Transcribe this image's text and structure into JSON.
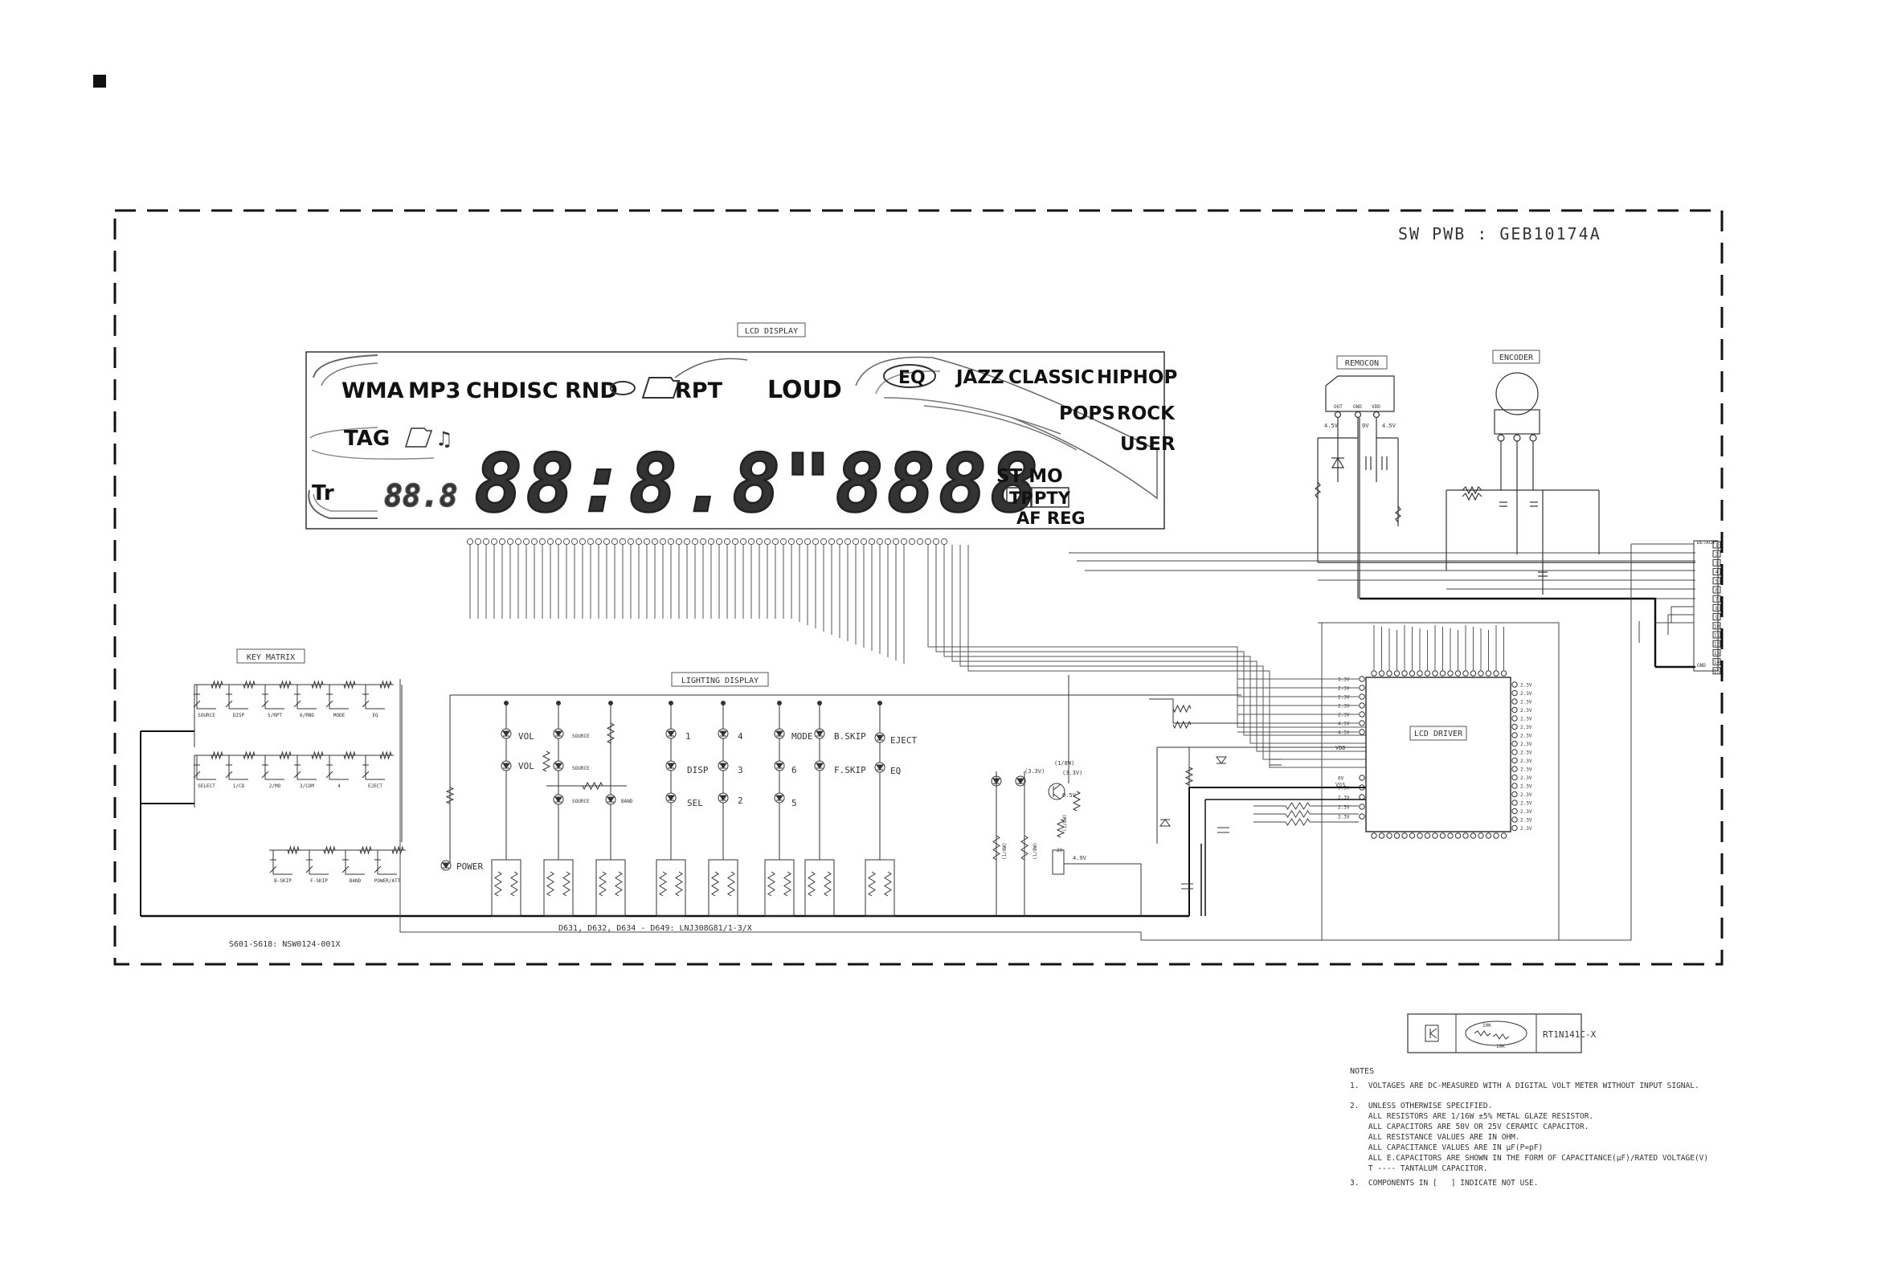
{
  "board_title": "SW PWB : GEB10174A",
  "labels": {
    "lcd_display": "LCD DISPLAY",
    "remocon": "REMOCON",
    "encoder": "ENCODER",
    "key_matrix": "KEY MATRIX",
    "lighting_display": "LIGHTING DISPLAY",
    "lcd_driver": "LCD DRIVER"
  },
  "lcd_segments": {
    "row1": [
      "WMA",
      "MP3",
      "CH",
      "DISC",
      "RND",
      "RPT"
    ],
    "loud": "LOUD",
    "eq": "EQ",
    "eq_modes": [
      "JAZZ",
      "CLASSIC",
      "HIPHOP",
      "POPS",
      "ROCK",
      "USER"
    ],
    "tag": "TAG",
    "tr": "Tr",
    "digits": "88:8.8\"8888",
    "small_digits": "88.8",
    "stereo": "ST MO",
    "tp": "TP",
    "pty": "PTY",
    "af_reg": "AF REG"
  },
  "remocon_pins": [
    "OUT",
    "GND",
    "VDD"
  ],
  "remocon_volts": [
    "4.5V",
    "0V",
    "4.5V"
  ],
  "connector": {
    "name": "DETACH",
    "pins": [
      "1",
      "2",
      "3",
      "4",
      "5",
      "6",
      "7",
      "8",
      "9",
      "10",
      "11",
      "12",
      "13",
      "14",
      "15"
    ],
    "gnd_label": "GND"
  },
  "key_matrix": {
    "row1": [
      "SOURCE",
      "DISP",
      "5/RPT",
      "6/RND",
      "MODE",
      "EQ"
    ],
    "row2": [
      "SELECT",
      "1/CD",
      "2/MO",
      "3/COM",
      "4",
      "EJECT"
    ],
    "row3": [
      "B-SKIP",
      "F-SKIP",
      "BAND",
      "POWER/ATT"
    ],
    "part_note": "S601-S618: NSW0124-001X"
  },
  "leds": {
    "col1": [
      "VOL",
      "VOL"
    ],
    "source_leds": [
      "SOURCE",
      "SOURCE",
      "SOURCE",
      "BAND"
    ],
    "power": "POWER",
    "col_mid": [
      "1",
      "4",
      "DISP",
      "3",
      "SEL",
      "2"
    ],
    "col_right": [
      "MODE",
      "B.SKIP",
      "EJECT",
      "6",
      "F.SKIP",
      "EQ",
      "5"
    ],
    "part_note": "D631, D632, D634 - D649: LNJ308G81/1-3/X"
  },
  "driver_volts": {
    "left_top": [
      "3.3V",
      "2.3V",
      "2.3V",
      "2.3V",
      "2.3V",
      "4.5V",
      "4.5V"
    ],
    "left_bottom": [
      "0V",
      "3.5V",
      "2.3V",
      "2.3V",
      "2.3V"
    ],
    "right": [
      "2.3V",
      "2.3V",
      "2.3V",
      "2.3V",
      "2.3V",
      "2.3V",
      "2.3V",
      "2.3V",
      "2.3V",
      "2.3V",
      "2.3V",
      "2.3V",
      "2.3V",
      "2.3V",
      "2.3V",
      "2.3V",
      "2.3V",
      "2.3V"
    ],
    "vdd": "VDD",
    "vss": "VSS"
  },
  "transistor_volts": [
    "(3.3V)",
    "(1/8W)",
    "(3.3V)",
    "0.5V",
    "(1/8W)",
    "(1/8W)",
    "(1/8W)",
    "4.9V",
    "2V"
  ],
  "legend": {
    "part": "RT1N141C-X",
    "r1": "10K",
    "r2": "10K"
  },
  "notes": {
    "title": "NOTES",
    "items": [
      "1.  VOLTAGES ARE DC-MEASURED WITH A DIGITAL VOLT METER WITHOUT INPUT SIGNAL.",
      "2.  UNLESS OTHERWISE SPECIFIED.",
      "    ALL RESISTORS ARE 1/16W ±5% METAL GLAZE RESISTOR.",
      "    ALL CAPACITORS ARE 50V OR 25V CERAMIC CAPACITOR.",
      "    ALL RESISTANCE VALUES ARE IN OHM.",
      "    ALL CAPACITANCE VALUES ARE IN μF(P=pF)",
      "    ALL E.CAPACITORS ARE SHOWN IN THE FORM OF CAPACITANCE(μF)/RATED VOLTAGE(V)",
      "    T ---- TANTALUM CAPACITOR.",
      "3.  COMPONENTS IN [   ] INDICATE NOT USE."
    ]
  }
}
